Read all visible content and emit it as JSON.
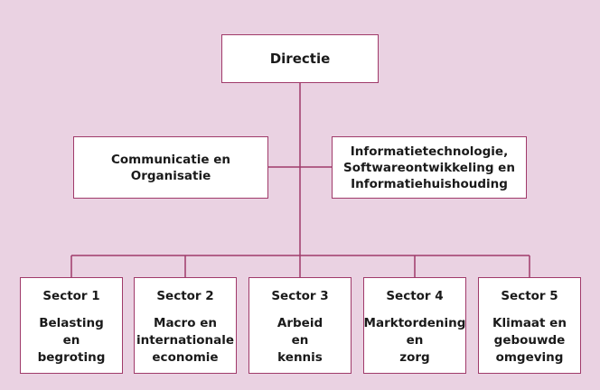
{
  "colors": {
    "background": "#ead2e2",
    "box_border": "#a03a6a",
    "connector": "#a03a6a",
    "box_fill": "#ffffff"
  },
  "directie": {
    "label": "Directie"
  },
  "staff": {
    "left": {
      "lines": [
        "Communicatie en",
        "Organisatie"
      ]
    },
    "right": {
      "lines": [
        "Informatietechnologie,",
        "Softwareontwikkeling en",
        "Informatiehuishouding"
      ]
    }
  },
  "sectors": [
    {
      "title": "Sector 1",
      "lines": [
        "Belasting",
        "en",
        "begroting"
      ]
    },
    {
      "title": "Sector 2",
      "lines": [
        "Macro en",
        "internationale",
        "economie"
      ]
    },
    {
      "title": "Sector 3",
      "lines": [
        "Arbeid",
        "en",
        "kennis"
      ]
    },
    {
      "title": "Sector 4",
      "lines": [
        "Marktordening",
        "en",
        "zorg"
      ]
    },
    {
      "title": "Sector 5",
      "lines": [
        "Klimaat en",
        "gebouwde",
        "omgeving"
      ]
    }
  ]
}
